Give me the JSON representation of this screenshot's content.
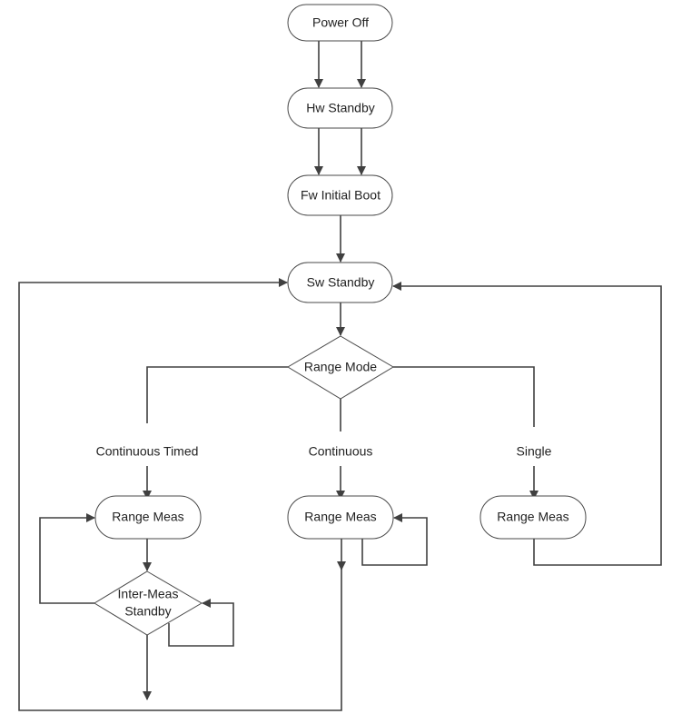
{
  "nodes": {
    "power_off": "Power Off",
    "hw_standby": "Hw Standby",
    "fw_initial_boot": "Fw Initial Boot",
    "sw_standby": "Sw Standby",
    "range_mode": "Range Mode",
    "range_meas_timed": "Range Meas",
    "range_meas_continuous": "Range Meas",
    "range_meas_single": "Range Meas",
    "inter_meas_standby_line1": "Inter-Meas",
    "inter_meas_standby_line2": "Standby"
  },
  "branch_labels": {
    "continuous_timed": "Continuous Timed",
    "continuous": "Continuous",
    "single": "Single"
  },
  "colors": {
    "line": "#404040",
    "border": "#4a4a4a"
  }
}
